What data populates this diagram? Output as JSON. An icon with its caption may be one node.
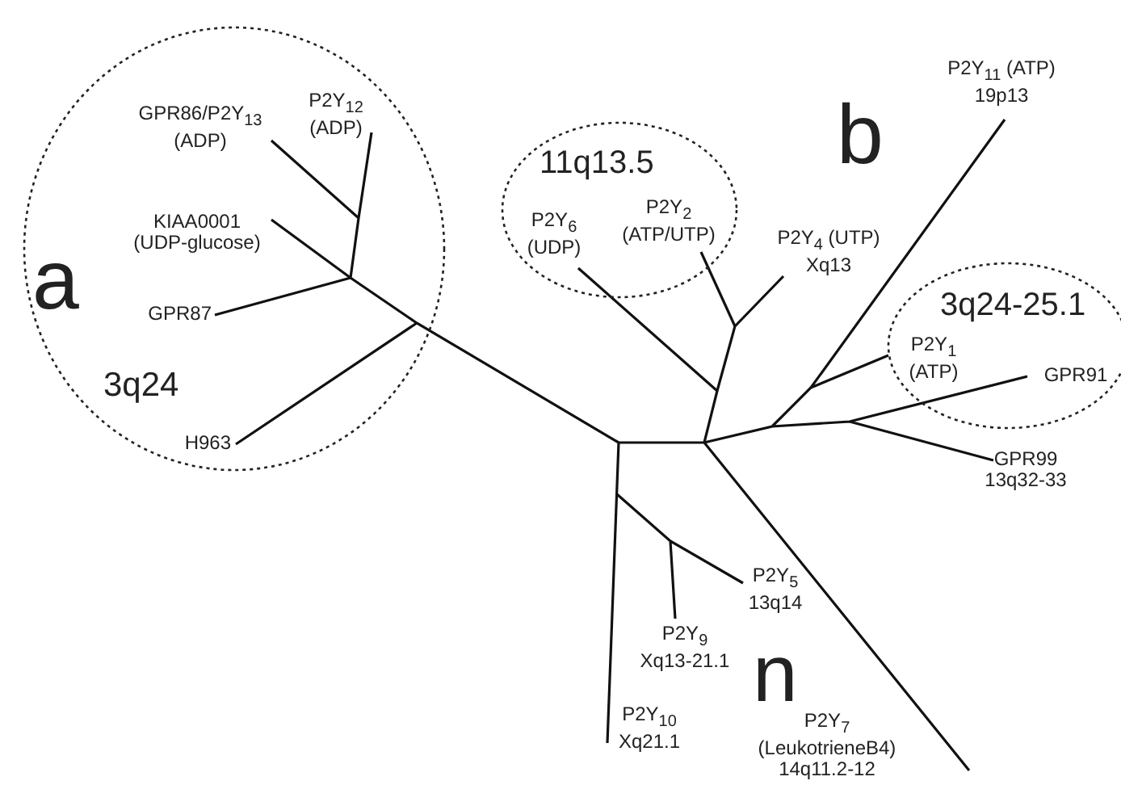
{
  "diagram": {
    "nodes": [
      {
        "text": [
          "a",
          "3q24"
        ]
      },
      {
        "text": [
          "GPR86/P2Y$_{13}$ (ADP)"
        ],
        "in": 0
      },
      {
        "text": [
          "P2Y$_{12}$ (ADP)"
        ],
        "in": 0
      },
      {
        "text": [
          "KIAA0001 (UDP-glucose)"
        ],
        "in": 0
      },
      {
        "text": [
          "GPR87"
        ],
        "in": 0
      },
      {
        "text": [
          "H963"
        ],
        "in": 0
      },
      {
        "text": [
          "11q13.5"
        ]
      },
      {
        "text": [
          "P2Y$_{6}$ (UDP)"
        ],
        "in": 6
      },
      {
        "text": [
          "P2Y$_{2}$ (ATP/UTP)"
        ],
        "in": 6
      },
      {
        "text": [
          "P2Y$_{4}$ (UTP) Xq13"
        ]
      },
      {
        "text": [
          "P2Y$_{11}$ (ATP) 19p13"
        ]
      },
      {
        "text": [
          "3q24-25.1"
        ]
      },
      {
        "text": [
          "P2Y$_{1}$ (ATP)"
        ],
        "in": 11
      },
      {
        "text": [
          "GPR91"
        ],
        "in": 11
      },
      {
        "text": [
          "GPR99 13q32-33"
        ]
      },
      {
        "text": [
          "P2Y$_{5}$ 13q14"
        ]
      },
      {
        "text": [
          "P2Y$_{9}$ Xq13-21.1"
        ]
      },
      {
        "text": [
          "P2Y$_{10}$ Xq21.1"
        ]
      },
      {
        "text": [
          "P2Y$_{7}$ (LeukotrieneB4) 14q11.2-12"
        ]
      }
    ],
    "labels": [
      "b",
      "n"
    ]
  }
}
